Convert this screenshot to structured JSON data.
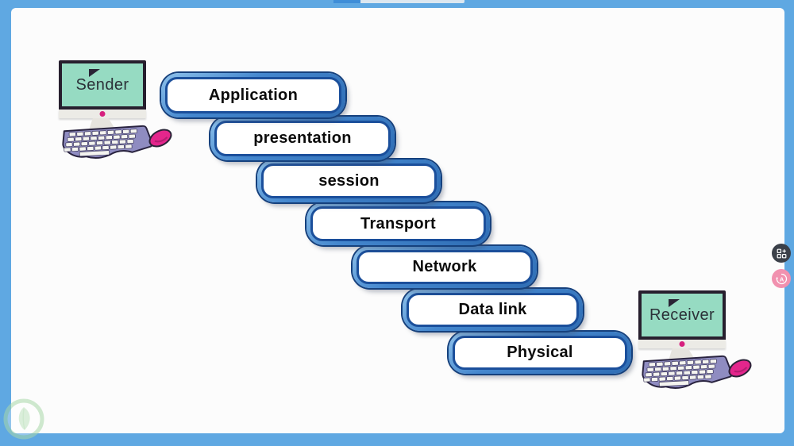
{
  "frame": {
    "border_color": "#5FA8E2",
    "canvas_color": "#FCFCFC"
  },
  "progress_bar": {
    "fill_color": "#3F8ED8",
    "track_color": "#DCE7F0"
  },
  "endpoints": {
    "sender": {
      "label": "Sender",
      "screen_color": "#96DBC2"
    },
    "receiver": {
      "label": "Receiver",
      "screen_color": "#96DBC2"
    }
  },
  "layers": [
    {
      "label": "Application"
    },
    {
      "label": "presentation"
    },
    {
      "label": "session"
    },
    {
      "label": "Transport"
    },
    {
      "label": "Network"
    },
    {
      "label": "Data link"
    },
    {
      "label": "Physical"
    }
  ],
  "box_style": {
    "band_color": "#4487CE",
    "outline_color": "#16417D",
    "inner_border_color": "#1B4F9B",
    "fill_color": "#FFFFFF",
    "text_color": "#0B0B0B"
  },
  "side_buttons": [
    {
      "icon": "add-pages-icon",
      "background": "#3B4049"
    },
    {
      "icon": "translate-icon",
      "background": "#F191AF"
    }
  ],
  "watermark": {
    "icon": "leaf-badge-icon",
    "color": "#A9D8AA"
  },
  "peripherals": {
    "keyboard_color": "#8F8CC1",
    "mouse_color": "#E3268C",
    "monitor_frame_color": "#271F2E"
  }
}
